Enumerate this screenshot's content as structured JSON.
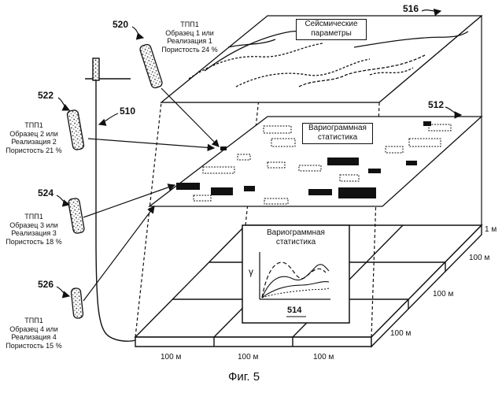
{
  "figure": {
    "caption": "Фиг. 5",
    "labels": {
      "top_layer": "516",
      "mid_layer": "512",
      "grid": "510",
      "chart_panel": "514"
    },
    "samples": [
      {
        "ref": "520",
        "lines": [
          "ТПП1",
          "Образец 1 или",
          "Реализация 1",
          "Пористость 24 %"
        ]
      },
      {
        "ref": "522",
        "lines": [
          "ТПП1",
          "Образец 2 или",
          "Реализация 2",
          "Пористость 21 %"
        ]
      },
      {
        "ref": "524",
        "lines": [
          "ТПП1",
          "Образец 3 или",
          "Реализация 3",
          "Пористость 18 %"
        ]
      },
      {
        "ref": "526",
        "lines": [
          "ТПП1",
          "Образец 4 или",
          "Реализация 4",
          "Пористость 15 %"
        ]
      }
    ],
    "boxes": {
      "seismic": [
        "Сейсмические",
        "параметры"
      ],
      "variogram_mid": [
        "Вариограммная",
        "статистика"
      ],
      "variogram_panel": [
        "Вариограммная",
        "статистика"
      ]
    },
    "axis_symbol": "γ",
    "dimensions": {
      "thickness": "1 м",
      "right_1": "100 м",
      "right_2": "100 м",
      "right_3": "100 м",
      "bottom_1": "100 м",
      "bottom_2": "100 м",
      "bottom_3": "100 м"
    }
  }
}
